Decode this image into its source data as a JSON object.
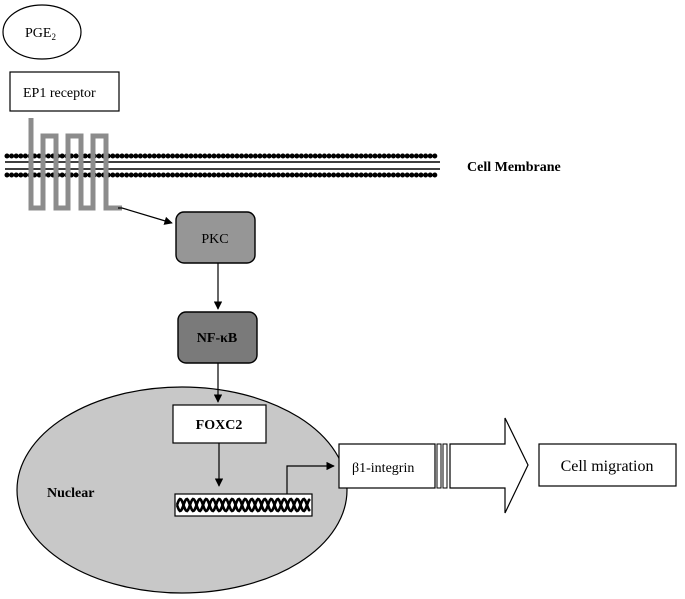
{
  "ligand": {
    "base": "PGE",
    "subscript": "2"
  },
  "receptor": {
    "label": "EP1 receptor"
  },
  "membrane": {
    "label": "Cell Membrane"
  },
  "nodes": {
    "pkc": "PKC",
    "nfkb": "NF-κB",
    "foxc2": "FOXC2"
  },
  "nucleus": {
    "label": "Nuclear"
  },
  "integrin": {
    "label": "β1-integrin"
  },
  "outcome": {
    "label": "Cell migration"
  },
  "colors": {
    "receptor_gray": "#8c8c8c",
    "pkc_fill": "#969696",
    "nfkb_fill": "#7a7a7a",
    "nucleus_fill": "#c8c8c8",
    "line": "#000000"
  }
}
